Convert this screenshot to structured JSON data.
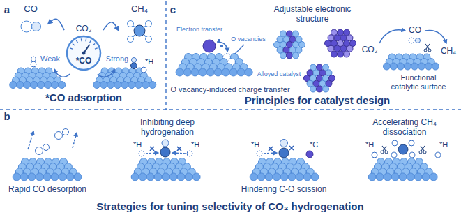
{
  "diagram": {
    "nodes": [
      {
        "text": [
          "CO₂",
          "*CO"
        ]
      },
      {
        "text": [
          "CO"
        ]
      },
      {
        "text": [
          "CH₄"
        ]
      }
    ],
    "edges": [
      {
        "from": 0,
        "to": 1,
        "arrow": "to"
      },
      {
        "from": 0,
        "to": 2,
        "arrow": "to"
      }
    ],
    "labels": [
      "a",
      "Weak",
      "Strong",
      "*H",
      "*CO adsorption",
      "c",
      "Electron transfer",
      "O vacancies",
      "Adjustable electronic structure",
      "Alloyed catalyst",
      "CO",
      "CO₂",
      "CH₄",
      "O vacancy-induced charge transfer",
      "Functional catalytic surface",
      "Principles for catalyst design",
      "b",
      "Rapid CO desorption",
      "Inhibiting deep hydrogenation",
      "*H",
      "*H",
      "Hindering C-O scission",
      "*H",
      "*C",
      "Accelerating CH₄ dissociation",
      "*H",
      "*H",
      "Strategies for tuning selectivity of CO₂ hydrogenation"
    ]
  }
}
